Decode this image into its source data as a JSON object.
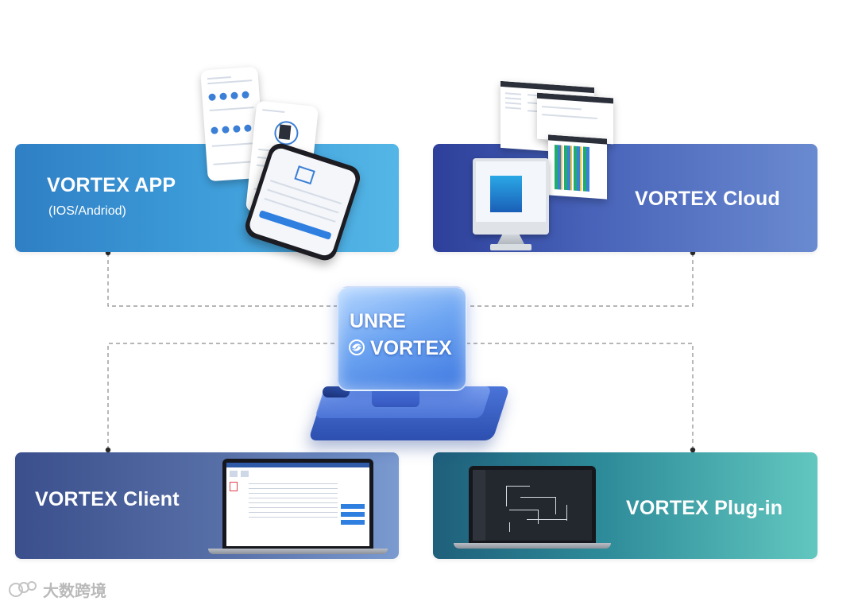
{
  "cards": {
    "app": {
      "title": "VORTEX APP",
      "subtitle": "(IOS/Andriod)"
    },
    "cloud": {
      "title": "VORTEX Cloud"
    },
    "client": {
      "title": "VORTEX Client"
    },
    "plugin": {
      "title": "VORTEX Plug-in"
    }
  },
  "center": {
    "line1": "UNRE",
    "line2": "VORTEX"
  },
  "watermark": {
    "text": "大数跨境"
  },
  "colors": {
    "app": "#3c9ad8",
    "cloud": "#4762b8",
    "client": "#5870a8",
    "plugin": "#2e8c9a",
    "connector": "#8a8a8a",
    "node": "#2a2a2a"
  }
}
